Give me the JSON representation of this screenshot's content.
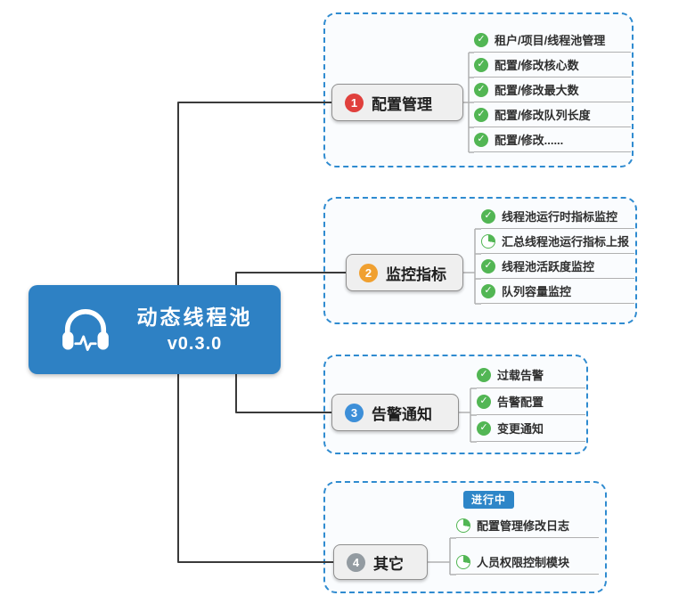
{
  "root": {
    "title": "动态线程池",
    "version": "v0.3.0",
    "icon": "headphones-pulse-icon",
    "bg_color": "#2e81c4"
  },
  "colors": {
    "outline_blue": "#2f8bd0",
    "badge_blue": "#2e86c8",
    "done_green": "#52b654",
    "connector_dark": "#3a3a3a",
    "connector_light": "#b0b0b0"
  },
  "groups": [
    {
      "number": "1",
      "number_color": "#e0403c",
      "label": "配置管理",
      "items": [
        {
          "label": "租户/项目/线程池管理",
          "status": "done"
        },
        {
          "label": "配置/修改核心数",
          "status": "done"
        },
        {
          "label": "配置/修改最大数",
          "status": "done"
        },
        {
          "label": "配置/修改队列长度",
          "status": "done"
        },
        {
          "label": "配置/修改......",
          "status": "done"
        }
      ]
    },
    {
      "number": "2",
      "number_color": "#f0a030",
      "label": "监控指标",
      "items": [
        {
          "label": "线程池运行时指标监控",
          "status": "done"
        },
        {
          "label": "汇总线程池运行指标上报",
          "status": "in_progress"
        },
        {
          "label": "线程池活跃度监控",
          "status": "done"
        },
        {
          "label": "队列容量监控",
          "status": "done"
        }
      ]
    },
    {
      "number": "3",
      "number_color": "#3d8fd8",
      "label": "告警通知",
      "items": [
        {
          "label": "过载告警",
          "status": "done"
        },
        {
          "label": "告警配置",
          "status": "done"
        },
        {
          "label": "变更通知",
          "status": "done"
        }
      ]
    },
    {
      "number": "4",
      "number_color": "#939ba1",
      "label": "其它",
      "badge": "进行中",
      "items": [
        {
          "label": "配置管理修改日志",
          "status": "in_progress"
        },
        {
          "label": "人员权限控制模块",
          "status": "in_progress"
        }
      ]
    }
  ]
}
